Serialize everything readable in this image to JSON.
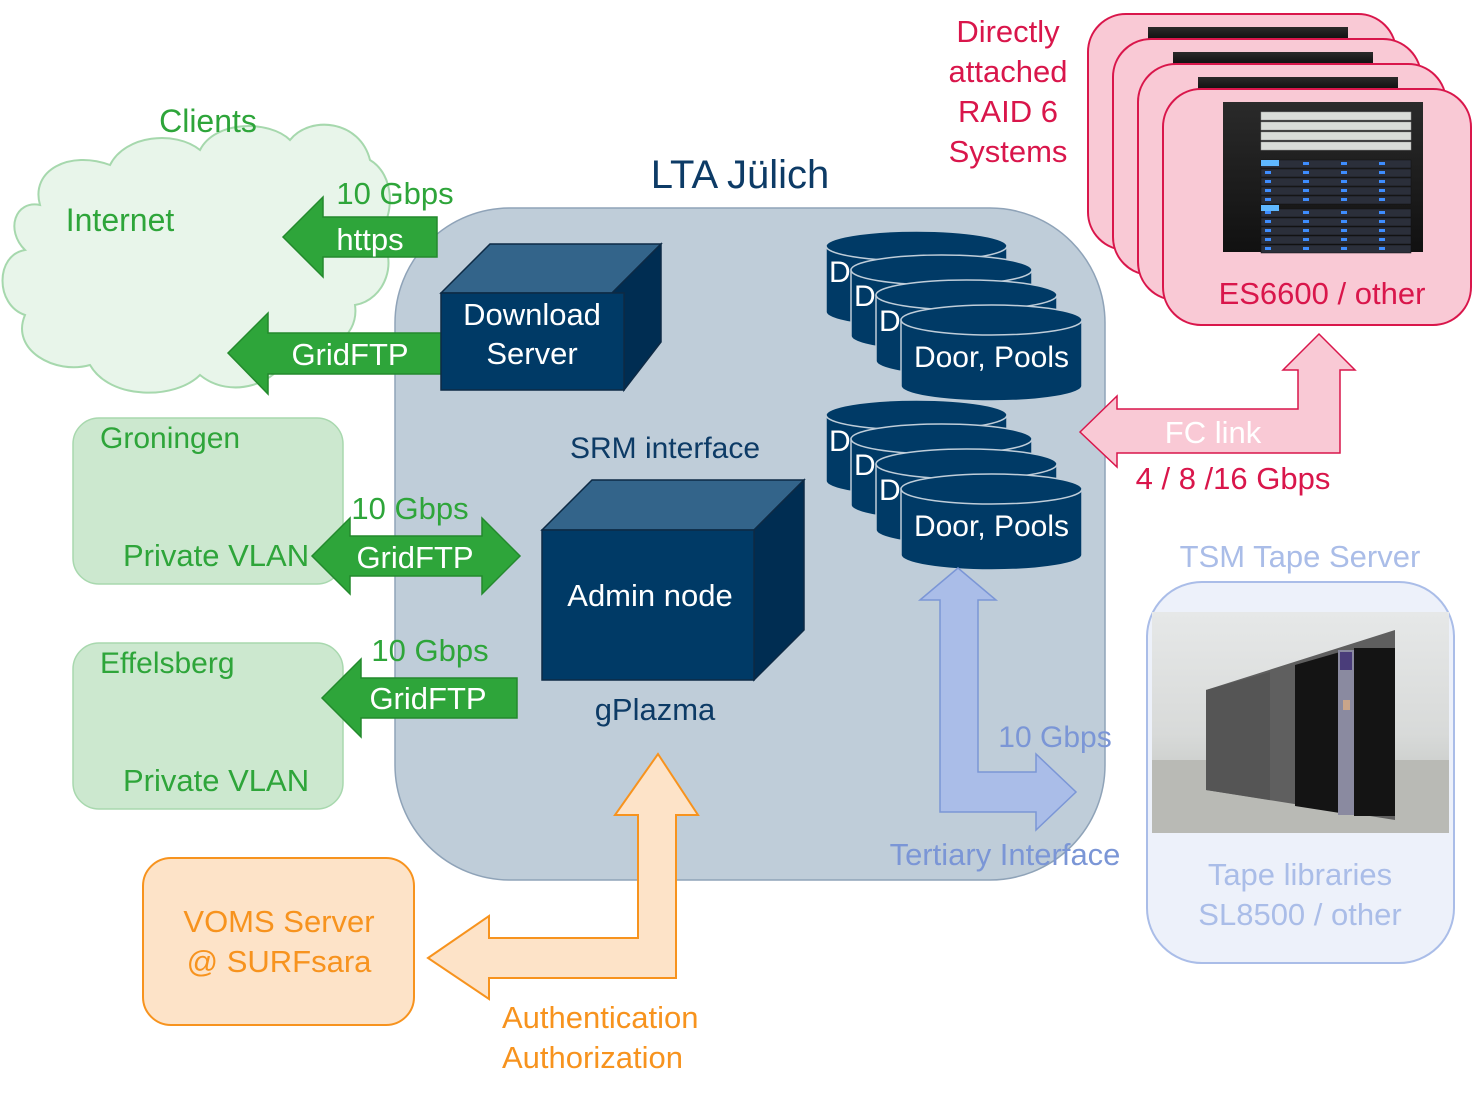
{
  "title": "LTA Jülich",
  "colors": {
    "green": "#2ea53a",
    "green_light_fill": "#cce8cf",
    "green_cloud_fill": "#e8f5ea",
    "navy": "#003a66",
    "navy_top": "#33648a",
    "navy_side": "#002d52",
    "container_fill": "#bfcdd9",
    "crimson": "#d9164b",
    "pink_fill": "#f9c9d5",
    "orange": "#f7931e",
    "orange_fill": "#fde3c8",
    "periwinkle": "#7b96d6",
    "periwinkle_fill": "#aabde8",
    "tape_fill": "#edf1fa"
  },
  "clients": {
    "heading": "Clients",
    "internet": {
      "label": "Internet",
      "https_arrow": {
        "speed": "10 Gbps",
        "label": "https"
      },
      "gridftp_arrow": {
        "label": "GridFTP"
      }
    },
    "groningen": {
      "label": "Groningen",
      "network": "Private VLAN",
      "arrow": {
        "speed": "10 Gbps",
        "label": "GridFTP"
      }
    },
    "effelsberg": {
      "label": "Effelsberg",
      "network": "Private VLAN",
      "arrow": {
        "speed": "10 Gbps",
        "label": "GridFTP"
      }
    }
  },
  "lta": {
    "download_server": {
      "line1": "Download",
      "line2": "Server"
    },
    "srm_label": "SRM interface",
    "admin_node": {
      "label": "Admin node",
      "sublabel": "gPlazma"
    },
    "pools_top": {
      "stub": "D",
      "label": "Door, Pools"
    },
    "pools_bottom": {
      "stub": "D",
      "label": "Door, Pools"
    },
    "tertiary": {
      "speed": "10 Gbps",
      "label": "Tertiary Interface"
    }
  },
  "raid": {
    "heading_lines": [
      "Directly",
      "attached",
      "RAID 6",
      "Systems"
    ],
    "label": "ES6600 / other",
    "fc_link": {
      "label": "FC link",
      "speed": "4 / 8 /16 Gbps"
    }
  },
  "tape": {
    "heading": "TSM Tape Server",
    "line1": "Tape libraries",
    "line2": "SL8500 / other"
  },
  "voms": {
    "line1": "VOMS Server",
    "line2": "@ SURFsara",
    "arrow_line1": "Authentication",
    "arrow_line2": "Authorization"
  }
}
